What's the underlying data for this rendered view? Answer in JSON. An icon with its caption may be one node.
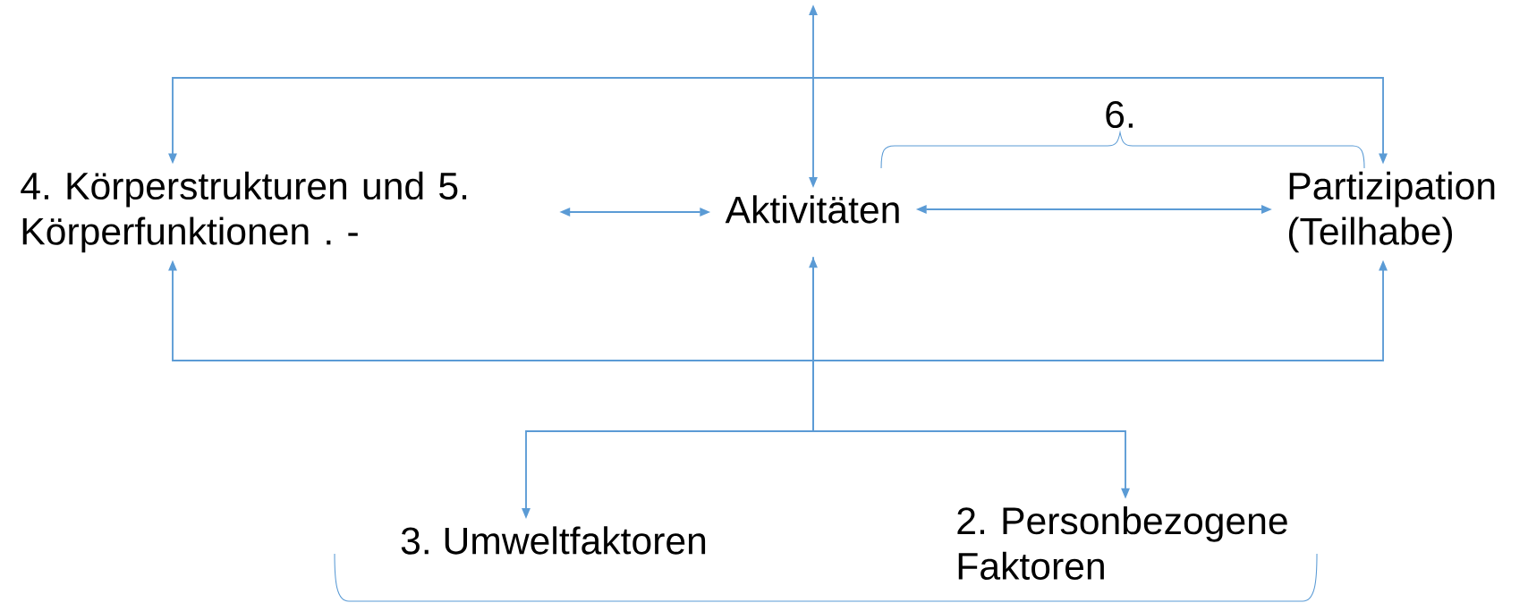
{
  "diagram": {
    "nodes": [
      {
        "text": [
          "4. Körperstrukturen und 5. Körperfunktionen . -"
        ]
      },
      {
        "text": [
          "Aktivitäten"
        ]
      },
      {
        "text": [
          "Partizipation (Teilhabe)"
        ]
      },
      {
        "text": [
          "3. Umweltfaktoren"
        ]
      },
      {
        "text": [
          "2. Personbezogene Faktoren"
        ]
      }
    ],
    "edges": [
      {
        "from": 0,
        "to": 1,
        "arrow": "both"
      },
      {
        "from": 1,
        "to": 2,
        "arrow": "both"
      },
      {
        "from": null,
        "to": 1,
        "arrow": "both"
      },
      {
        "from": 0,
        "to": 2,
        "arrow": "both"
      },
      {
        "from": 0,
        "to": 2,
        "arrow": "both"
      },
      {
        "from": 1,
        "to": 3,
        "arrow": "to"
      },
      {
        "from": 1,
        "to": 4,
        "arrow": "both"
      }
    ],
    "labels": [
      "6."
    ]
  }
}
